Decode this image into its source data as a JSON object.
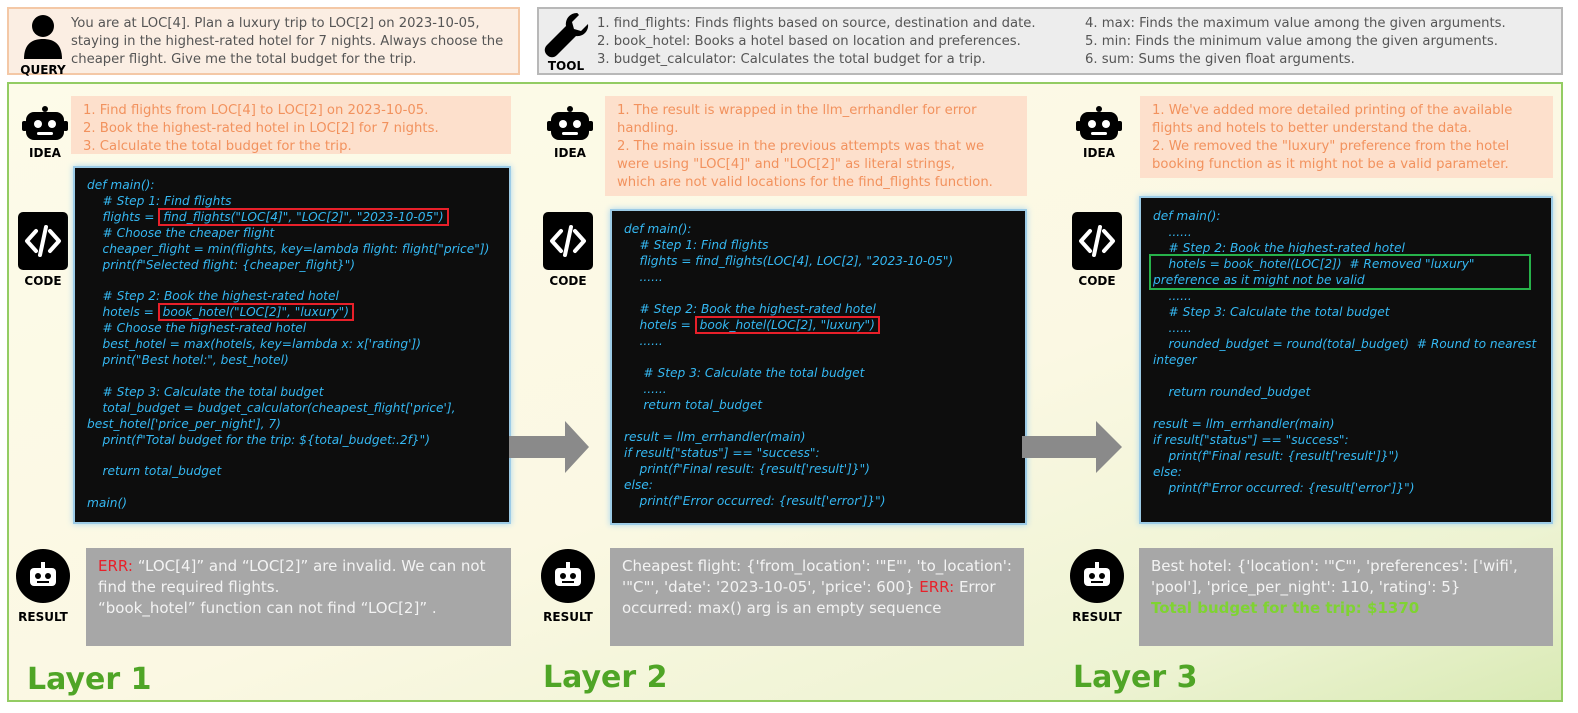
{
  "query": {
    "icon": "person-icon",
    "label": "QUERY",
    "text": "You are at LOC[4]. Plan a luxury trip to LOC[2] on 2023-10-05, staying in the highest-rated hotel for 7 nights. Always choose the cheaper flight. Give me the total budget for the trip."
  },
  "tool": {
    "icon": "wrench-icon",
    "label": "TOOL",
    "items_left": [
      "1. find_flights: Finds flights based on source, destination and date.",
      "2. book_hotel: Books a hotel based on location and preferences.",
      "3. budget_calculator: Calculates the total budget for a trip."
    ],
    "items_right": [
      "4. max: Finds the maximum value among the given arguments.",
      "5. min: Finds the minimum value among the given arguments.",
      "6. sum: Sums the given float arguments."
    ]
  },
  "labels": {
    "idea": "IDEA",
    "code": "CODE",
    "result": "RESULT"
  },
  "colors": {
    "idea_text": "#f2925e",
    "code_text": "#35b8f2",
    "highlight_red": "#e8202a",
    "highlight_green": "#27b24a",
    "layer_title": "#4fa526",
    "panel_border": "#93cc63"
  },
  "layers": [
    {
      "title": "Layer 1",
      "idea": [
        "1. Find flights from LOC[4] to LOC[2] on 2023-10-05.",
        "2. Book the highest-rated hotel in LOC[2] for 7 nights.",
        "3. Calculate the total budget for the trip."
      ],
      "code": [
        "def main():",
        "    # Step 1: Find flights",
        "    flights = ",
        "find_flights(\"LOC[4]\", \"LOC[2]\", \"2023-10-05\")",
        "    # Choose the cheaper flight",
        "    cheaper_flight = min(flights, key=lambda flight: flight[\"price\"])",
        "    print(f\"Selected flight: {cheaper_flight}\")",
        "",
        "    # Step 2: Book the highest-rated hotel",
        "    hotels = ",
        "book_hotel(\"LOC[2]\", \"luxury\")",
        "    # Choose the highest-rated hotel",
        "    best_hotel = max(hotels, key=lambda x: x['rating'])",
        "    print(\"Best hotel:\", best_hotel)",
        "",
        "    # Step 3: Calculate the total budget",
        "    total_budget = budget_calculator(cheapest_flight['price'],",
        "best_hotel['price_per_night'], 7)",
        "    print(f\"Total budget for the trip: ${total_budget:.2f}\")",
        "",
        "    return total_budget",
        "",
        "main()"
      ],
      "result_err_tag": "ERR:",
      "result_lines": [
        " “LOC[4]” and “LOC[2]” are invalid. We can not find the required flights.",
        "“book_hotel” function can not find “LOC[2]” ."
      ]
    },
    {
      "title": "Layer 2",
      "idea": [
        "1. The result is wrapped in the llm_errhandler for error",
        "handling.",
        "2. The main issue in the previous attempts was that we",
        "were using \"LOC[4]\" and \"LOC[2]\" as literal strings,",
        "which are not valid locations for the find_flights function."
      ],
      "code": [
        "def main():",
        "    # Step 1: Find flights",
        "    flights = find_flights(LOC[4], LOC[2], \"2023-10-05\")",
        "    ......",
        "",
        "    # Step 2: Book the highest-rated hotel",
        "    hotels = ",
        "book_hotel(LOC[2], \"luxury\")",
        "    ......",
        "",
        "     # Step 3: Calculate the total budget",
        "     ......",
        "     return total_budget",
        "",
        "result = llm_errhandler(main)",
        "if result[\"status\"] == \"success\":",
        "    print(f\"Final result: {result['result']}\")",
        "else:",
        "    print(f\"Error occurred: {result['error']}\")"
      ],
      "result_pre": "Cheapest flight: {'from_location': '\"E\"', 'to_location': '\"C\"', 'date': '2023-10-05', 'price': 600} ",
      "result_err_tag": "ERR:",
      "result_post": " Error occurred: max() arg is an empty sequence"
    },
    {
      "title": "Layer 3",
      "idea": [
        "1. We've added more detailed printing of the available",
        "flights and hotels to better understand the data.",
        "2. We removed the \"luxury\" preference from the hotel",
        "booking function as it might not be a valid parameter."
      ],
      "code": [
        "def main():",
        "    ......",
        "    # Step 2: Book the highest-rated hotel",
        "    hotels = book_hotel(LOC[2])  # Removed \"luxury\"",
        "preference as it might not be valid",
        "    ......",
        "    # Step 3: Calculate the total budget",
        "    ......",
        "    rounded_budget = round(total_budget)  # Round to nearest",
        "integer",
        "",
        "    return rounded_budget",
        "",
        "result = llm_errhandler(main)",
        "if result[\"status\"] == \"success\":",
        "    print(f\"Final result: {result['result']}\")",
        "else:",
        "    print(f\"Error occurred: {result['error']}\")"
      ],
      "result_text": "Best hotel: {'location': '\"C\"', 'preferences': ['wifi', 'pool'], 'price_per_night': 110, 'rating': 5}",
      "result_total": "Total budget for the trip: $1370"
    }
  ]
}
